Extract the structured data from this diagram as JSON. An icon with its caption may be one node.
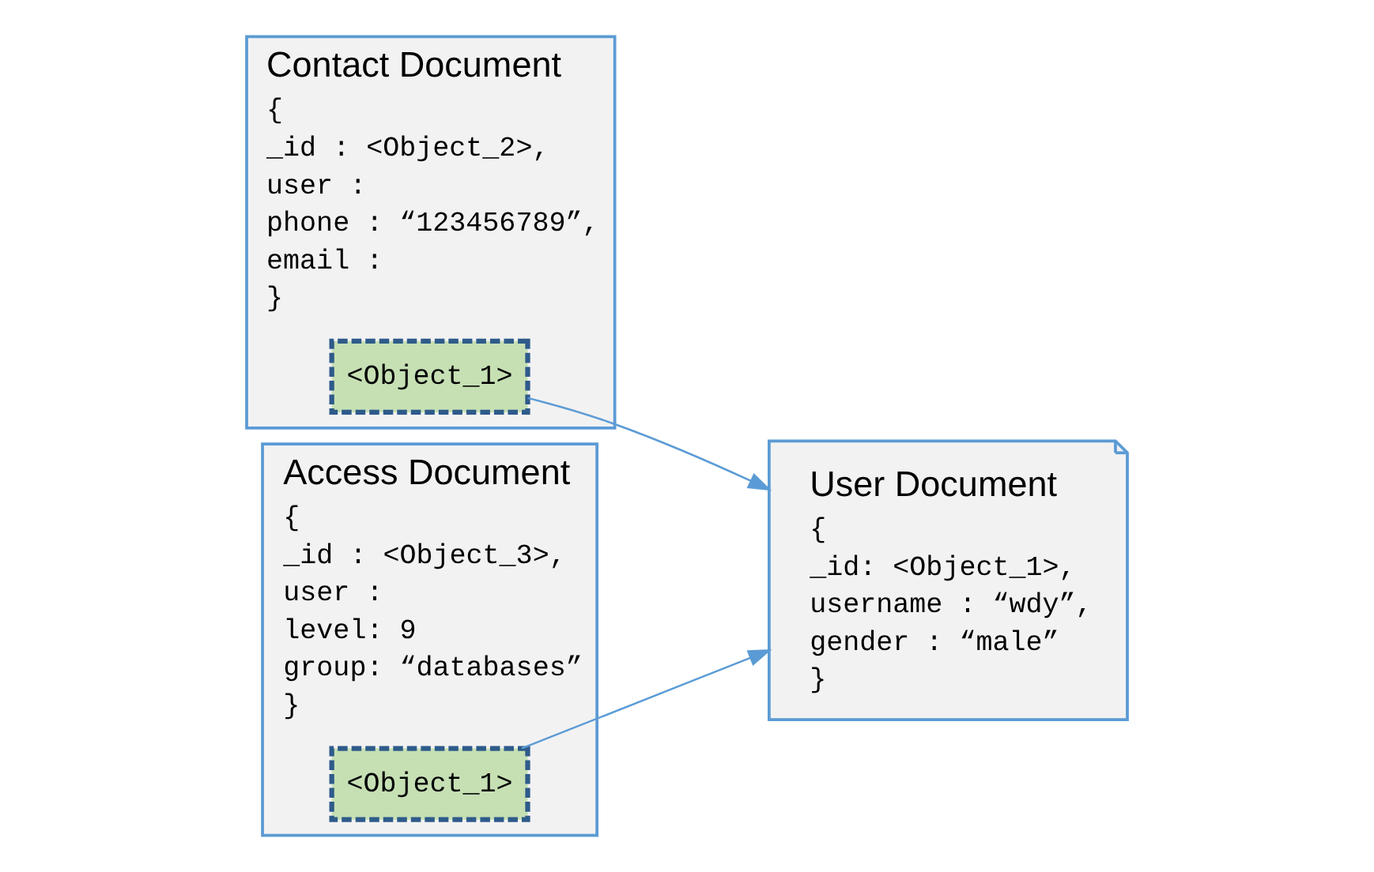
{
  "diagram": {
    "nodes": [
      {
        "text": [
          "Contact Document",
          "{",
          "_id : <Object_2>,",
          "user :",
          "phone : “123456789”,",
          "email :",
          "}"
        ]
      },
      {
        "text": [
          "<Object_1>"
        ],
        "in": 0
      },
      {
        "text": [
          "Access Document",
          "{",
          "_id : <Object_3>,",
          "user :",
          "level: 9",
          "group: “databases”",
          "}"
        ]
      },
      {
        "text": [
          "<Object_1>"
        ],
        "in": 2
      },
      {
        "text": [
          "User Document",
          "{",
          "_id: <Object_1>,",
          "username : “wdy”,",
          "gender : “male”",
          "}"
        ]
      }
    ],
    "edges": [
      {
        "from": 1,
        "to": 4,
        "arrow": "to"
      },
      {
        "from": 3,
        "to": 4,
        "arrow": "to"
      }
    ]
  }
}
